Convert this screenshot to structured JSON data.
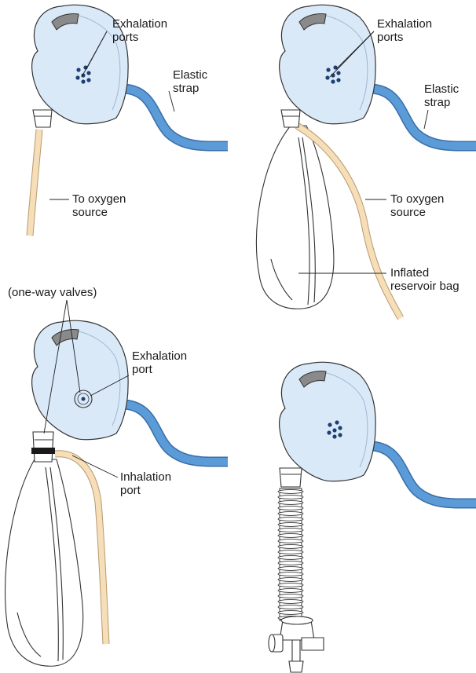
{
  "colors": {
    "mask_fill": "#dae9f8",
    "mask_stroke": "#333333",
    "strap": "#5b9bd8",
    "strap_edge": "#3a6ea8",
    "oxygen_tube": "#f5deb8",
    "tube_edge": "#b89a70",
    "port_dots": "#1e3f73",
    "nose_clip": "#8a8a8a"
  },
  "panels": {
    "simple_mask": {
      "exhalation_ports": "Exhalation\nports",
      "elastic_strap": "Elastic\nstrap",
      "to_oxygen_source": "To oxygen\nsource"
    },
    "partial_rebreather": {
      "exhalation_ports": "Exhalation\nports",
      "elastic_strap": "Elastic\nstrap",
      "to_oxygen_source": "To oxygen\nsource",
      "inflated_reservoir_bag": "Inflated\nreservoir bag"
    },
    "nonrebreather": {
      "one_way_valves": "(one-way valves)",
      "exhalation_port": "Exhalation\nport",
      "inhalation_port": "Inhalation\nport"
    },
    "aerosol_mask": {}
  }
}
